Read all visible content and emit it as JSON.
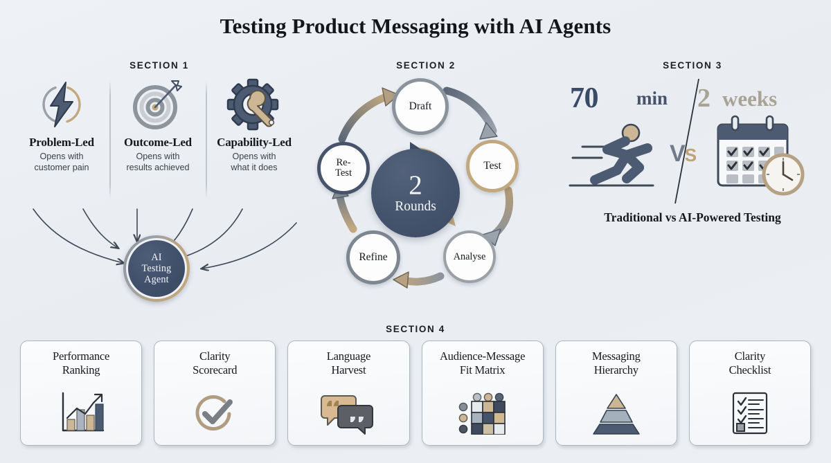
{
  "page": {
    "title": "Testing Product Messaging with AI Agents"
  },
  "section1": {
    "header": "SECTION 1",
    "columns": [
      {
        "icon": "lightning-bolt-icon",
        "title": "Problem-Led",
        "subtitle_line1": "Opens with",
        "subtitle_line2": "customer pain"
      },
      {
        "icon": "target-bullseye-icon",
        "title": "Outcome-Led",
        "subtitle_line1": "Opens with",
        "subtitle_line2": "results achieved"
      },
      {
        "icon": "gear-wrench-icon",
        "title": "Capability-Led",
        "subtitle_line1": "Opens with",
        "subtitle_line2": "what it does"
      }
    ],
    "agent": {
      "line1": "AI",
      "line2": "Testing",
      "line3": "Agent"
    },
    "arrow_count": 6
  },
  "section2": {
    "header": "SECTION 2",
    "nodes": [
      {
        "label": "Draft",
        "ring_color": "#8a929c"
      },
      {
        "label": "Test",
        "ring_color": "#c2a87f"
      },
      {
        "label": "Analyse",
        "ring_color": "#9aa0a6"
      },
      {
        "label": "Refine",
        "ring_color": "#7d8691"
      },
      {
        "label": "Re-\nTest",
        "ring_color": "#46536b"
      }
    ],
    "center": {
      "number": "2",
      "label": "Rounds"
    }
  },
  "section3": {
    "header": "SECTION 3",
    "fast": {
      "value": "70",
      "unit": "min",
      "icon": "running-person-icon",
      "color": "#3b4a66"
    },
    "slow": {
      "value": "2",
      "unit": "weeks",
      "icon": "calendar-clock-icon",
      "color": "#a9a396"
    },
    "versus": {
      "v": "V",
      "s": "S"
    },
    "caption": "Traditional vs AI-Powered Testing"
  },
  "section4": {
    "header": "SECTION 4",
    "cards": [
      {
        "title_line1": "Performance",
        "title_line2": "Ranking",
        "icon": "bar-chart-growth-icon"
      },
      {
        "title_line1": "Clarity",
        "title_line2": "Scorecard",
        "icon": "check-circle-icon"
      },
      {
        "title_line1": "Language",
        "title_line2": "Harvest",
        "icon": "speech-bubbles-quotes-icon"
      },
      {
        "title_line1": "Audience-Message",
        "title_line2": "Fit Matrix",
        "icon": "grid-matrix-icon"
      },
      {
        "title_line1": "Messaging",
        "title_line2": "Hierarchy",
        "icon": "pyramid-icon"
      },
      {
        "title_line1": "Clarity",
        "title_line2": "Checklist",
        "icon": "checklist-document-icon"
      }
    ]
  },
  "palette": {
    "background": "#eef1f5",
    "navy": "#41506a",
    "slate": "#55607a",
    "tan": "#c2a87f",
    "gray": "#9aa0a6",
    "ink": "#15181c"
  }
}
